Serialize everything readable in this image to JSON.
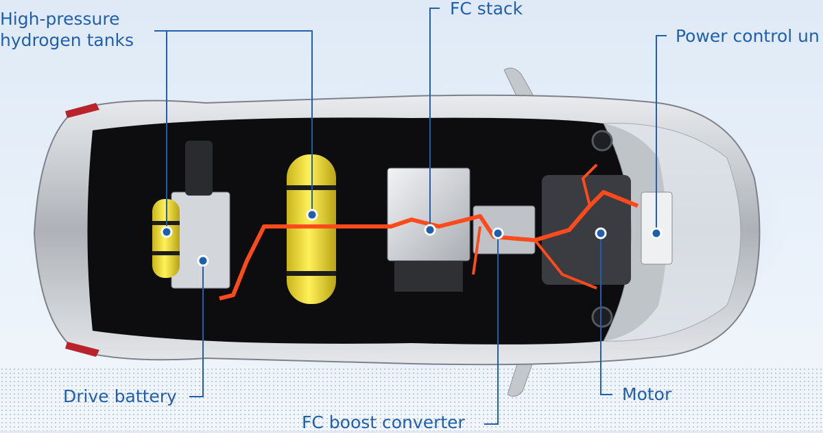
{
  "labels": {
    "hydrogen_tanks_line1": "High-pressure",
    "hydrogen_tanks_line2": "hydrogen tanks",
    "fc_stack": "FC stack",
    "power_control_unit": "Power control un",
    "drive_battery": "Drive battery",
    "fc_boost_converter": "FC boost converter",
    "motor": "Motor"
  },
  "colors": {
    "label_blue": "#1f5fae",
    "body_silver": "#c9ccd1",
    "cabin_dark": "#0d0d0f",
    "tank_yellow": "#f2df2a",
    "cable_orange": "#ff4a1c",
    "stack_grey": "#d9dbde"
  }
}
